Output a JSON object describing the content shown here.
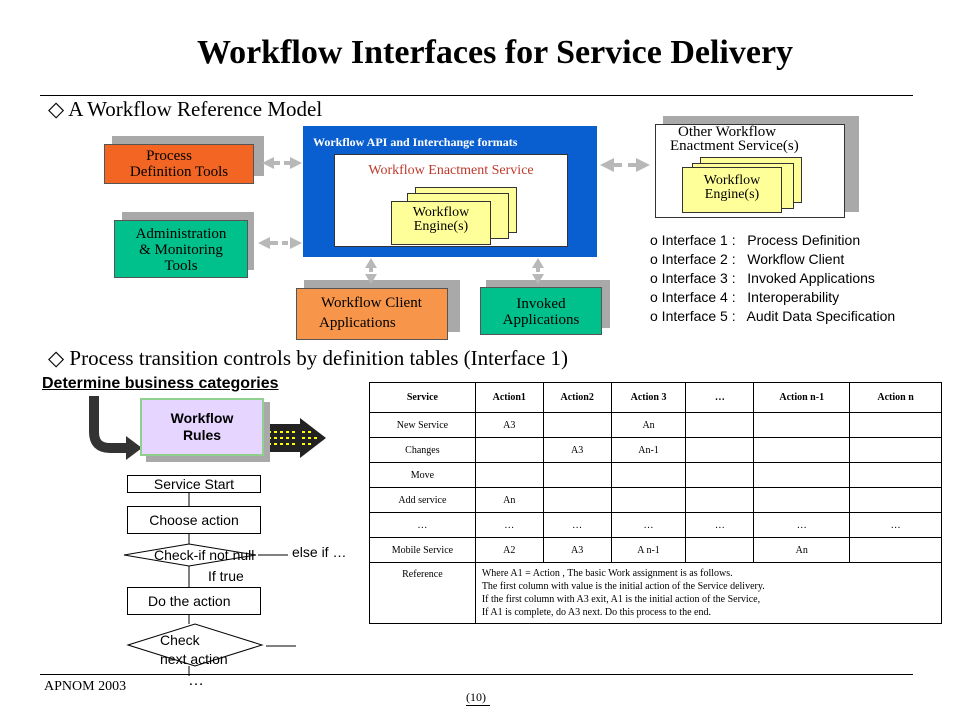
{
  "title": "Workflow  Interfaces for Service Delivery",
  "section1": {
    "bullet": "◇",
    "text": "A Workflow Reference Model"
  },
  "section2": {
    "bullet": "◇",
    "text": "Process transition controls by definition tables (Interface 1)"
  },
  "model": {
    "process_def": [
      "Process",
      "Definition Tools"
    ],
    "admin": [
      "Administration",
      "& Monitoring",
      "Tools"
    ],
    "api_title": "Workflow API  and Interchange formats",
    "enactment": "Workflow Enactment Service",
    "engine": [
      "Workflow",
      "Engine(s)"
    ],
    "other": [
      "Other Workflow",
      "Enactment Service(s)"
    ],
    "other_engine": [
      "Workflow",
      "Engine(s)"
    ],
    "client": [
      "Workflow Client",
      "Applications"
    ],
    "invoked": [
      "Invoked",
      "Applications"
    ]
  },
  "interfaces": [
    "o Interface 1 :   Process Definition",
    "o Interface 2 :   Workflow Client",
    "o Interface 3 :   Invoked Applications",
    "o Interface 4 :   Interoperability",
    "o Interface 5 :   Audit Data Specification"
  ],
  "flow": {
    "heading": "Determine business categories",
    "rules": [
      "Workflow",
      "Rules"
    ],
    "service_start": "Service Start",
    "choose_action": "Choose action",
    "check_not_null": "Check-if not null",
    "else_if": "else if …",
    "if_true": "If true",
    "do_action": "Do the action",
    "check_next": [
      "Check",
      "next action"
    ],
    "ellipsis": "…"
  },
  "table": {
    "headers": [
      "Service",
      "Action1",
      "Action2",
      "Action 3",
      "…",
      "Action n-1",
      "Action n"
    ],
    "rows": [
      [
        "New Service",
        "A3",
        "",
        "An",
        "",
        "",
        ""
      ],
      [
        "Changes",
        "",
        "A3",
        "An-1",
        "",
        "",
        ""
      ],
      [
        "Move",
        "",
        "",
        "",
        "",
        "",
        ""
      ],
      [
        "Add service",
        "An",
        "",
        "",
        "",
        "",
        ""
      ],
      [
        "…",
        "…",
        "…",
        "…",
        "…",
        "…",
        "…"
      ],
      [
        "Mobile Service",
        "A2",
        "A3",
        "A n-1",
        "",
        "An",
        ""
      ]
    ],
    "reference_label": "Reference",
    "reference_text": [
      "Where A1 = Action ,  The basic Work assignment is  as follows.",
      "The first column with value is the initial  action of the Service delivery.",
      "If the first column with A3  exit, A1 is the initial action of the Service,",
      "If A1 is complete, do A3 next. Do this process to the end."
    ]
  },
  "footer": {
    "left": "APNOM 2003",
    "page": "(10)"
  },
  "colors": {
    "process_def": "#f26522",
    "admin": "#00c08b",
    "api_bg": "#0a5fd0",
    "engine": "#ffff99",
    "client": "#f7964a",
    "invoked": "#00c08b",
    "rules": "#e6d6ff"
  }
}
